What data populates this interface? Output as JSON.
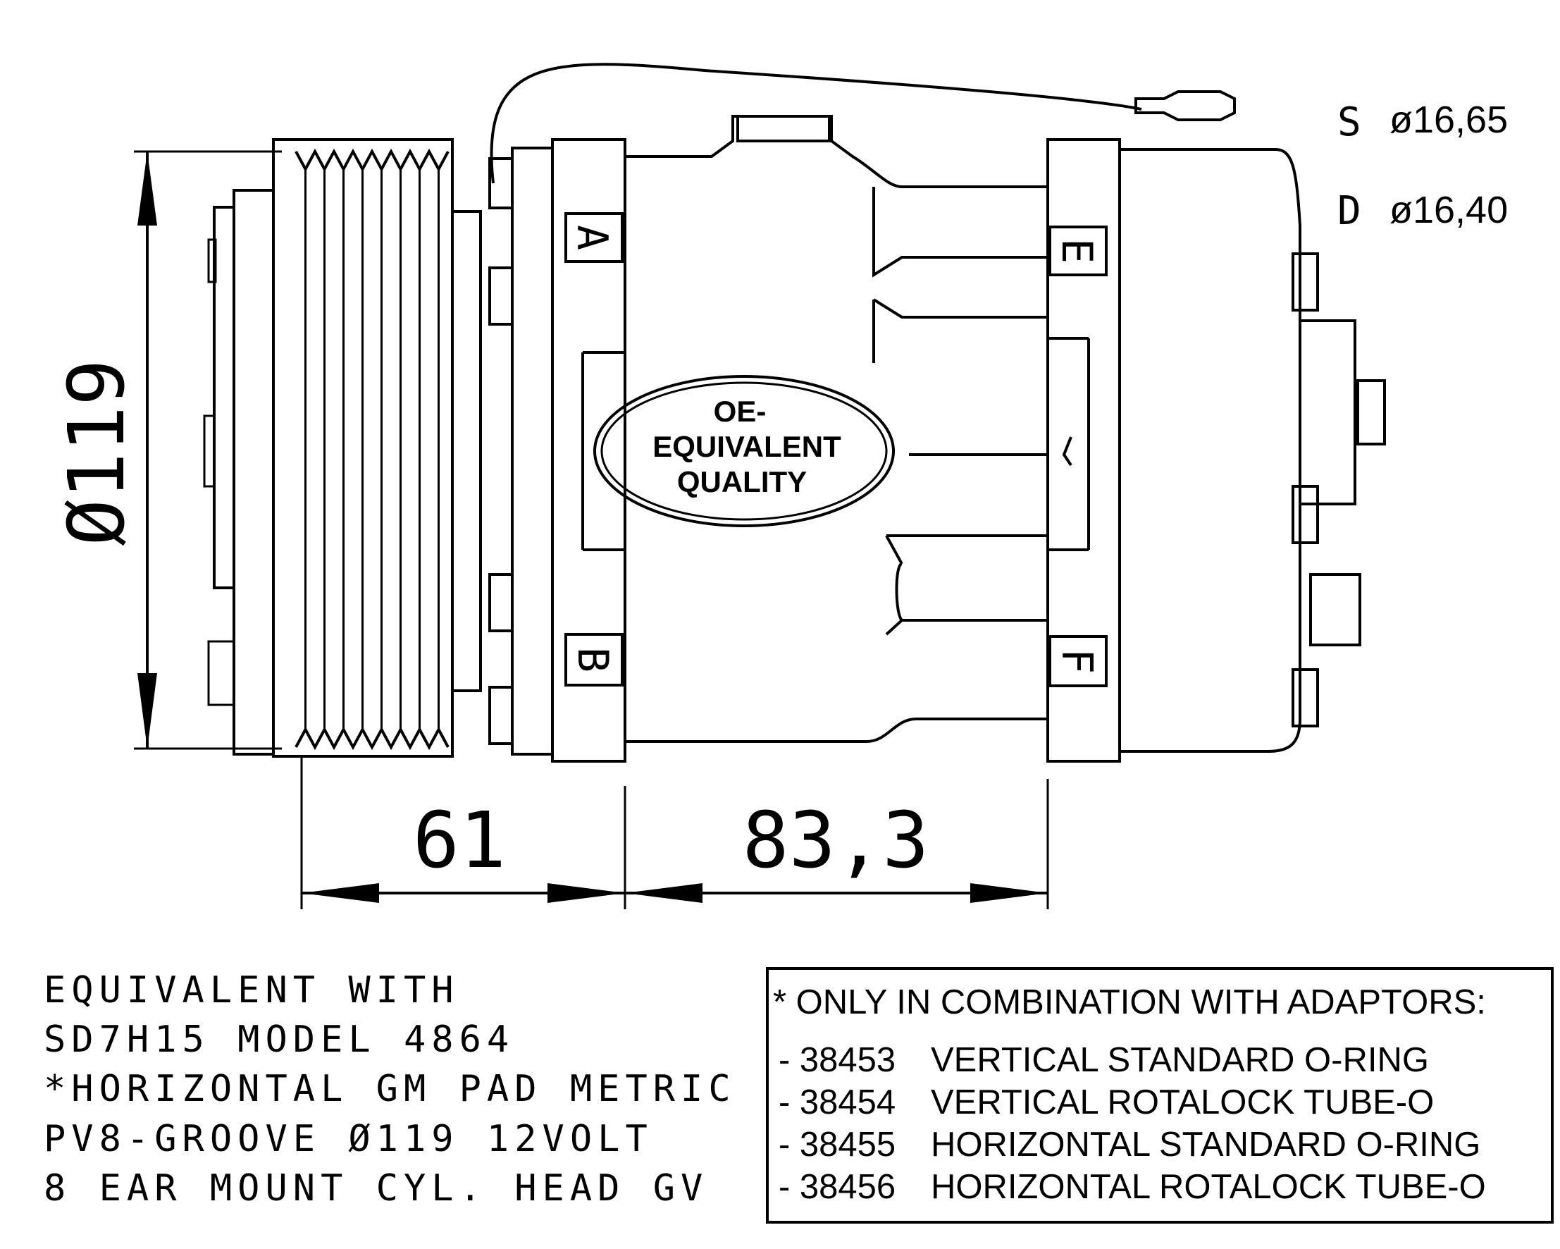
{
  "dimensions": {
    "diameter": "Ø119",
    "length_a": "61",
    "length_b": "83,3"
  },
  "ports": {
    "suction": {
      "letter": "S",
      "size": "ø16,65"
    },
    "discharge": {
      "letter": "D",
      "size": "ø16,40"
    }
  },
  "flange_labels": [
    "A",
    "B",
    "E",
    "F"
  ],
  "quality_badge": [
    "OE-",
    "EQUIVALENT",
    "QUALITY"
  ],
  "spec_lines": [
    "EQUIVALENT WITH",
    "SD7H15 MODEL 4864",
    "*HORIZONTAL GM PAD METRIC",
    "PV8-GROOVE Ø119 12VOLT",
    "8 EAR MOUNT CYL. HEAD GV"
  ],
  "adaptors": {
    "title": "* ONLY IN COMBINATION WITH ADAPTORS:",
    "items": [
      {
        "code": "- 38453",
        "desc": "VERTICAL STANDARD O-RING"
      },
      {
        "code": "- 38454",
        "desc": "VERTICAL ROTALOCK TUBE-O"
      },
      {
        "code": "- 38455",
        "desc": "HORIZONTAL STANDARD O-RING"
      },
      {
        "code": "- 38456",
        "desc": "HORIZONTAL ROTALOCK TUBE-O"
      }
    ]
  }
}
